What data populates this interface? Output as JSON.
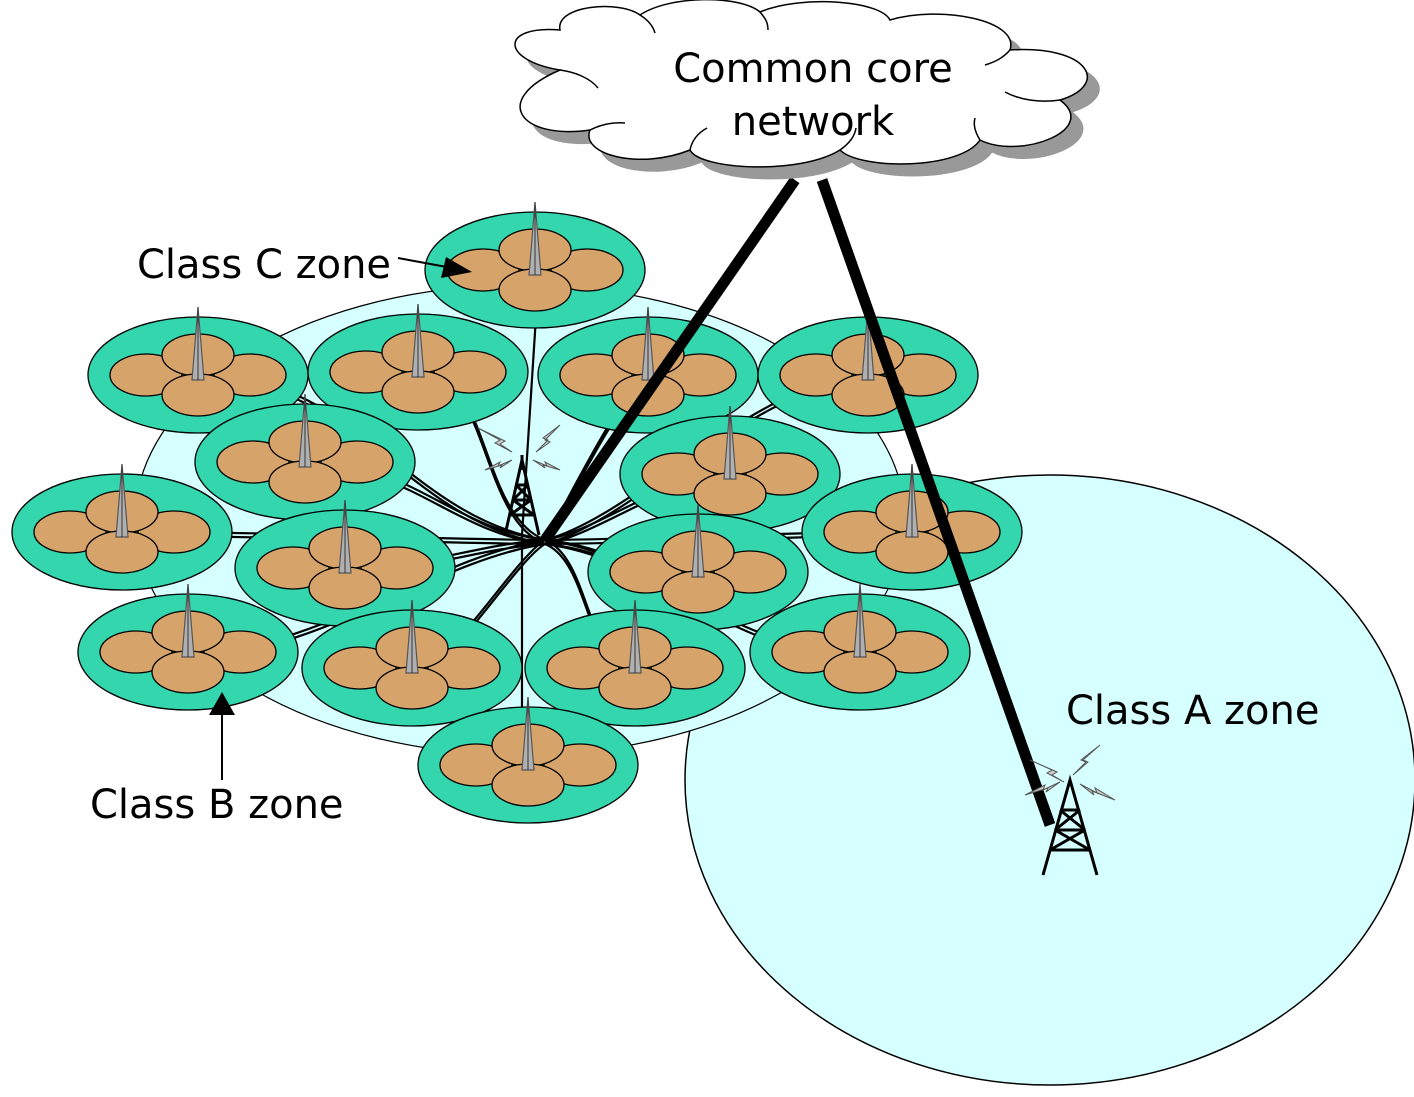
{
  "labels": {
    "core_line1": "Common core",
    "core_line2": "network",
    "class_c": "Class C zone",
    "class_b": "Class B zone",
    "class_a": "Class A zone"
  },
  "colors": {
    "class_a_fill": "#d6ffff",
    "zone_fill": "#33d6ad",
    "cell_fill": "#d6a46b",
    "stroke": "#000000",
    "cloud_fill": "#ffffff",
    "cloud_shadow": "#999999",
    "antenna": "#b0b0b0"
  },
  "icons": {
    "cloud": "cloud-icon",
    "tower": "radio-tower-icon",
    "antenna": "antenna-icon",
    "signal": "lightning-signal-icon"
  }
}
